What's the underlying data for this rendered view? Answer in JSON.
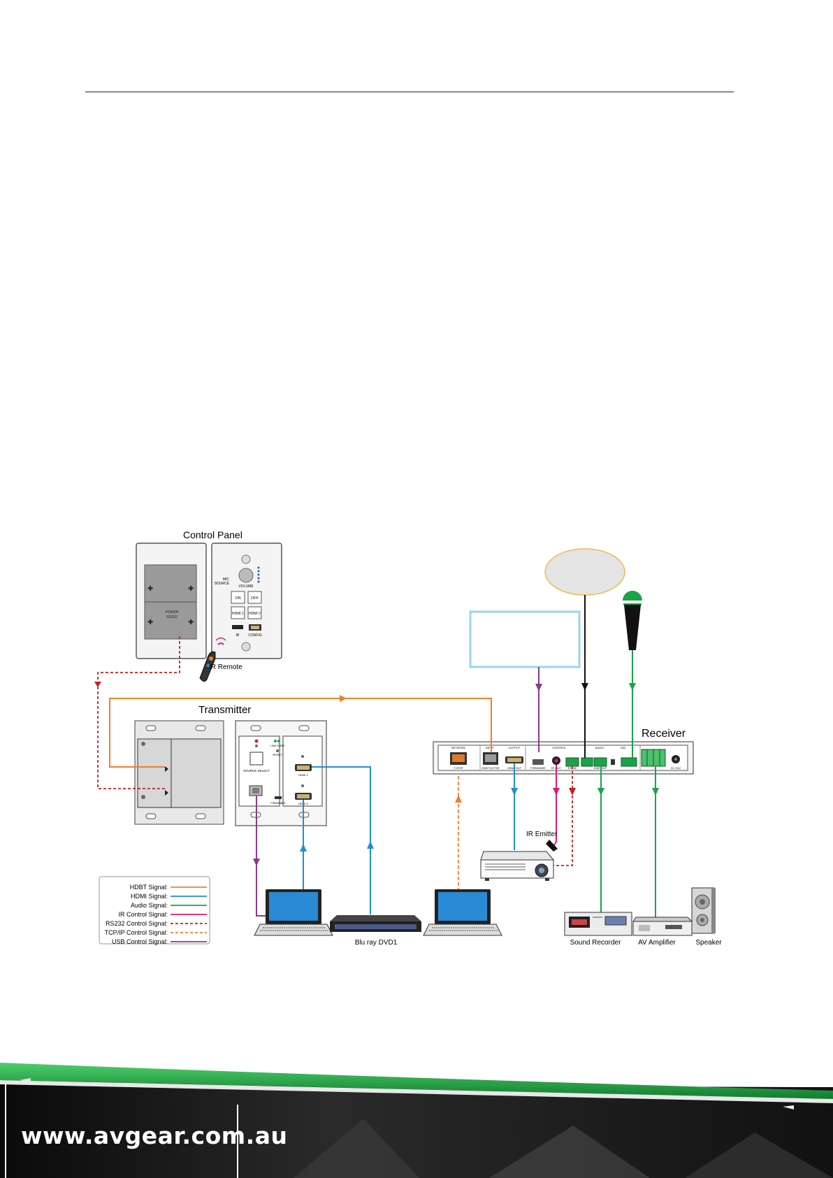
{
  "labels": {
    "control_panel": "Control Panel",
    "transmitter": "Transmitter",
    "receiver": "Receiver",
    "ir_remote": "IR Remote",
    "ir_emitter": "IR Emitter",
    "bluray": "Blu  ray DVD1",
    "sound_recorder": "Sound Recorder",
    "av_amplifier": "AV Amplifier",
    "speaker": "Speaker"
  },
  "panel_buttons": {
    "on": "ON",
    "off": "OFF",
    "hdmi1": "HDMI 1",
    "hdmi2": "HDMI 2",
    "volume": "VOLUME",
    "mic": "MIC",
    "source": "SOURCE",
    "ir": "IR",
    "config": "CONFIG",
    "power": "POWER",
    "rs232": "RS232"
  },
  "tx_ports": {
    "source_select": "SOURCE SELECT",
    "link_hdbt": "LINK HDBT",
    "reset": "RESET",
    "hdmi1": "HDMI 1",
    "hdmi2": "HDMI 2",
    "firmware": "FIRMWARE"
  },
  "rx_ports": {
    "network": "NETWORK",
    "tcpip": "TCP/IP",
    "input": "INPUT",
    "hdbt_in": "HDBT IN POE",
    "output": "OUTPUT",
    "hdmi_out": "HDMI OUT",
    "control": "CONTROL",
    "firmware": "FIRMWARE",
    "ir_out": "IR OUT",
    "rs232": "RS232",
    "audio": "AUDIO",
    "line_out": "LINE OUT",
    "mic": "MIC",
    "dc": "DC 24V"
  },
  "legend": [
    {
      "label": "HDBT Signal:",
      "color": "#f07f2e",
      "dashed": false
    },
    {
      "label": "HDMI Signal:",
      "color": "#1e90d8",
      "dashed": false
    },
    {
      "label": "Audio Signal:",
      "color": "#1aa34a",
      "dashed": false
    },
    {
      "label": "IR  Control Signal:",
      "color": "#e0197d",
      "dashed": false
    },
    {
      "label": "RS232  Control Signal:",
      "color": "#cc1d1d",
      "dashed": true
    },
    {
      "label": "TCP/IP Control Signal:",
      "color": "#f07f2e",
      "dashed": true
    },
    {
      "label": "USB Control Signal:",
      "color": "#8b3a8b",
      "dashed": false
    }
  ],
  "colors": {
    "hdbt": "#f07f2e",
    "hdmi": "#1e90d8",
    "audio": "#1aa34a",
    "ir": "#e0197d",
    "rs232": "#cc1d1d",
    "usb": "#8b3a8b",
    "footer_band": "#1aa34a"
  },
  "footer": {
    "url": "www.avgear.com.au"
  }
}
